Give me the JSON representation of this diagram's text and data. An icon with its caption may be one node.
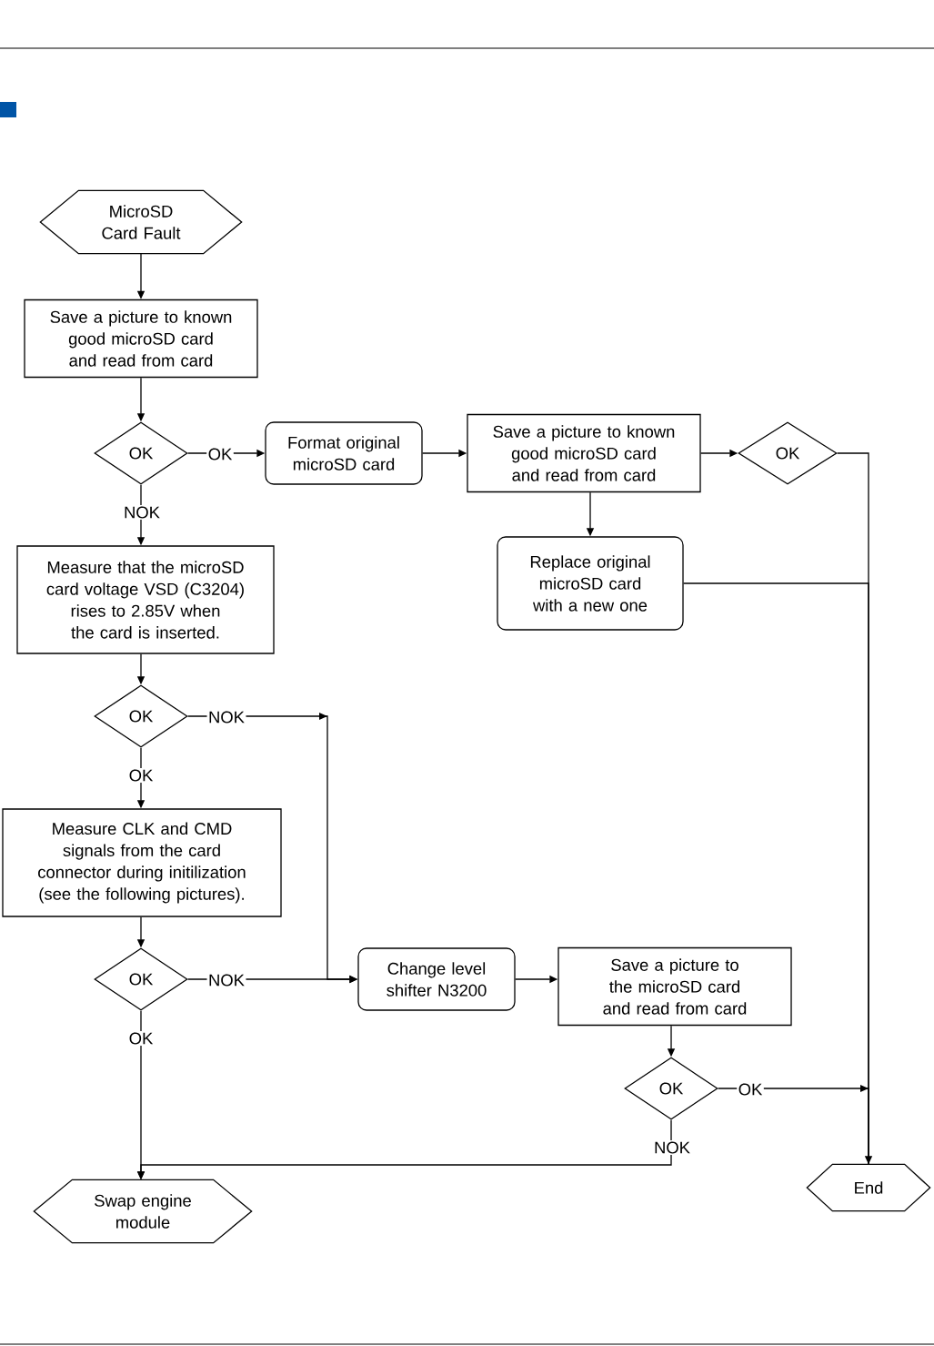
{
  "diagram": {
    "nodes": [
      {
        "text": [
          "MicroSD Card Fault"
        ]
      },
      {
        "text": [
          "Save a picture to known good microSD card and read from card"
        ]
      },
      {
        "text": [
          "OK"
        ]
      },
      {
        "text": [
          "Format original microSD card"
        ]
      },
      {
        "text": [
          "Save a picture to known good microSD card and read from card"
        ]
      },
      {
        "text": [
          "OK"
        ]
      },
      {
        "text": [
          "Replace original microSD card with a new one"
        ]
      },
      {
        "text": [
          "Measure that the microSD card voltage VSD (C3204) rises to 2.85V when the card is inserted."
        ]
      },
      {
        "text": [
          "OK"
        ]
      },
      {
        "text": [
          "Measure CLK and CMD signals from the card connector during initilization (see the following pictures)."
        ]
      },
      {
        "text": [
          "OK"
        ]
      },
      {
        "text": [
          "Change level shifter N3200"
        ]
      },
      {
        "text": [
          "Save a picture to the microSD card and read from card"
        ]
      },
      {
        "text": [
          "OK"
        ]
      },
      {
        "text": [
          "Swap engine module"
        ]
      },
      {
        "text": [
          "End"
        ]
      }
    ],
    "edges": [
      {
        "from": 0,
        "to": 1,
        "arrow": "to"
      },
      {
        "from": 1,
        "to": 2,
        "arrow": "to"
      },
      {
        "from": 2,
        "to": 3,
        "arrow": "to",
        "label": "OK"
      },
      {
        "from": 2,
        "to": 7,
        "arrow": "to",
        "label": "NOK"
      },
      {
        "from": 3,
        "to": 4,
        "arrow": "to"
      },
      {
        "from": 4,
        "to": 5,
        "arrow": "to"
      },
      {
        "from": 4,
        "to": 6,
        "arrow": "to"
      },
      {
        "from": 5,
        "to": 15,
        "arrow": "none"
      },
      {
        "from": 6,
        "to": 15,
        "arrow": "none"
      },
      {
        "from": 7,
        "to": 8,
        "arrow": "to"
      },
      {
        "from": 8,
        "to": 11,
        "arrow": "to",
        "label": "NOK"
      },
      {
        "from": 8,
        "to": 9,
        "arrow": "to",
        "label": "OK"
      },
      {
        "from": 9,
        "to": 10,
        "arrow": "to"
      },
      {
        "from": 10,
        "to": 11,
        "arrow": "to",
        "label": "NOK"
      },
      {
        "from": 10,
        "to": 14,
        "arrow": "to",
        "label": "OK"
      },
      {
        "from": 11,
        "to": 12,
        "arrow": "to"
      },
      {
        "from": 12,
        "to": 13,
        "arrow": "to"
      },
      {
        "from": 13,
        "to": 15,
        "arrow": "to",
        "label": "OK"
      },
      {
        "from": 13,
        "to": 14,
        "arrow": "to",
        "label": "NOK"
      }
    ]
  }
}
